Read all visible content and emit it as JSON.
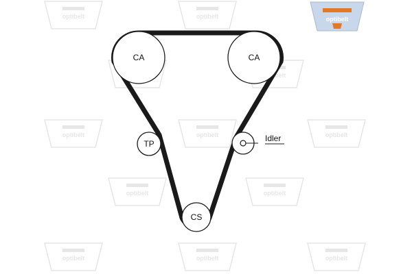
{
  "watermark": {
    "brand": "optibelt"
  },
  "diagram": {
    "pulleys": {
      "ca_left": {
        "label": "CA"
      },
      "ca_right": {
        "label": "CA"
      },
      "tensioner": {
        "label": "TP"
      },
      "idler": {
        "label": "Idler"
      },
      "crankshaft": {
        "label": "CS"
      }
    }
  },
  "colors": {
    "belt": "#1a1a1a",
    "watermark": "#e6e6e6",
    "logo_fill": "#c9d7ea",
    "logo_accent": "#e07a2a"
  }
}
